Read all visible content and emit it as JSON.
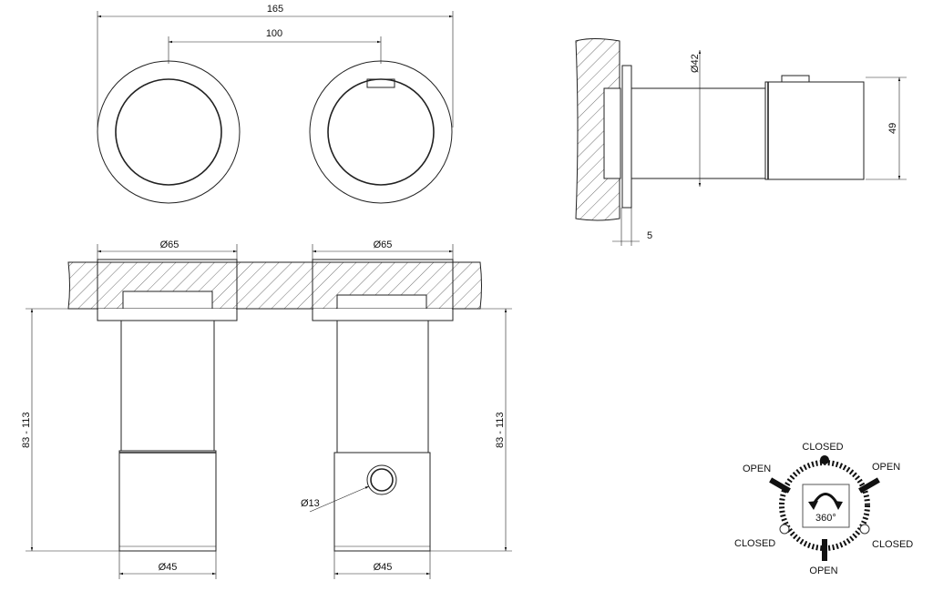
{
  "top_view": {
    "overall_width": "165",
    "center_distance": "100"
  },
  "side_view": {
    "diameter_body": "Ø42",
    "handle_height": "49",
    "flange_thickness": "5"
  },
  "front_left": {
    "flange_diameter": "Ø65",
    "handle_diameter": "Ø45",
    "depth_range": "83 - 113"
  },
  "front_right": {
    "flange_diameter": "Ø65",
    "handle_diameter": "Ø45",
    "depth_range": "83 - 113",
    "button_diameter": "Ø13"
  },
  "rotation_dial": {
    "top": "CLOSED",
    "upper_left": "OPEN",
    "upper_right": "OPEN",
    "lower_left": "CLOSED",
    "lower_right": "CLOSED",
    "bottom": "OPEN",
    "rotation": "360°"
  }
}
